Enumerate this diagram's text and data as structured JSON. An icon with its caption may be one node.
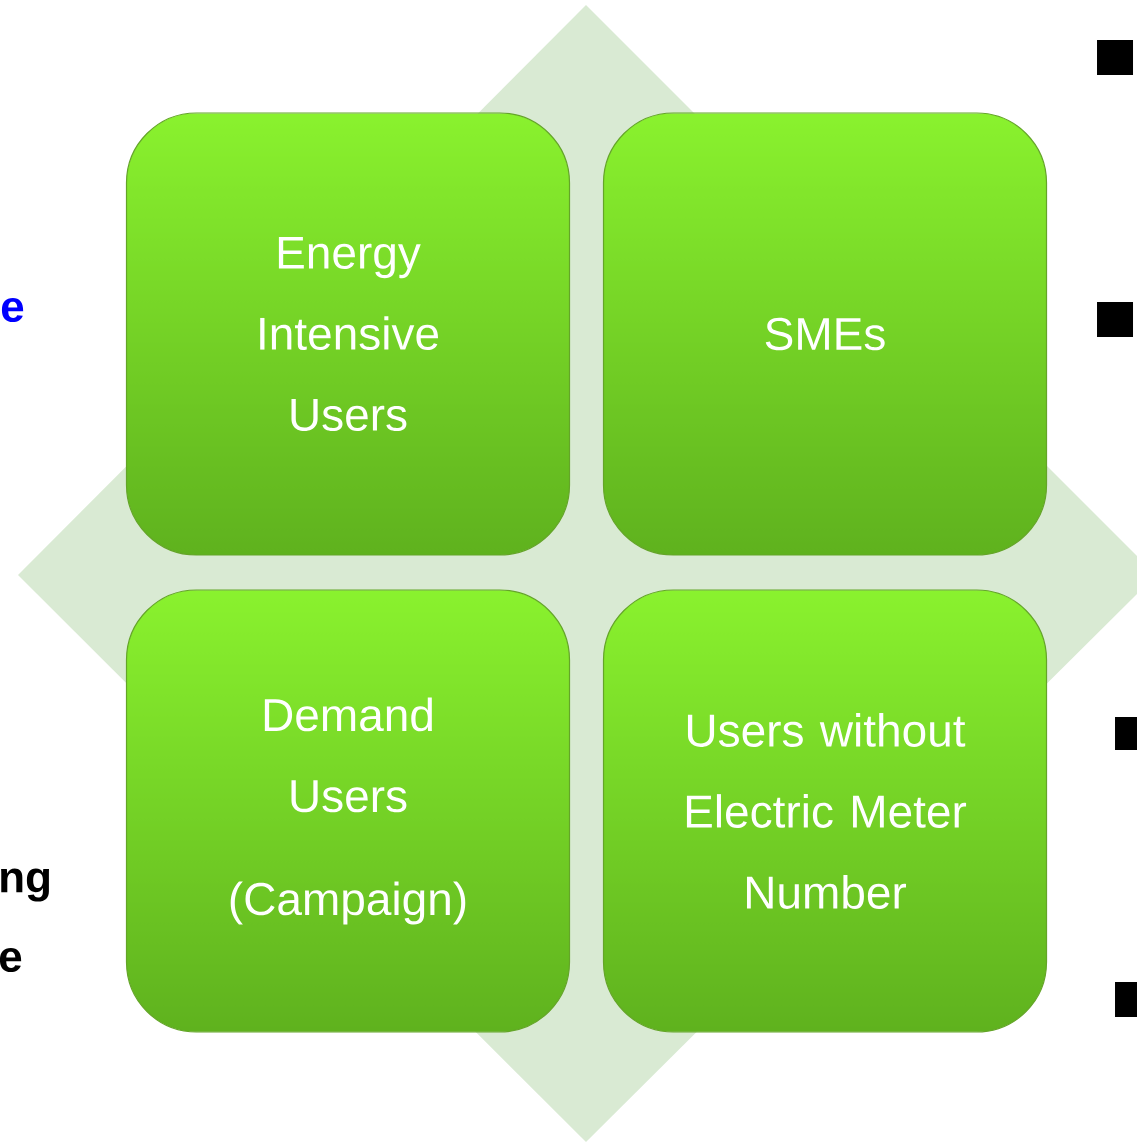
{
  "diagram": {
    "nodes": [
      {
        "text": [
          "Energy Intensive Users"
        ]
      },
      {
        "text": [
          "SMEs"
        ]
      },
      {
        "text": [
          "Demand Users",
          "(Campaign)"
        ]
      },
      {
        "text": [
          "Users without Electric Meter Number"
        ]
      }
    ],
    "labels": [
      "e",
      "ng",
      "e"
    ]
  }
}
